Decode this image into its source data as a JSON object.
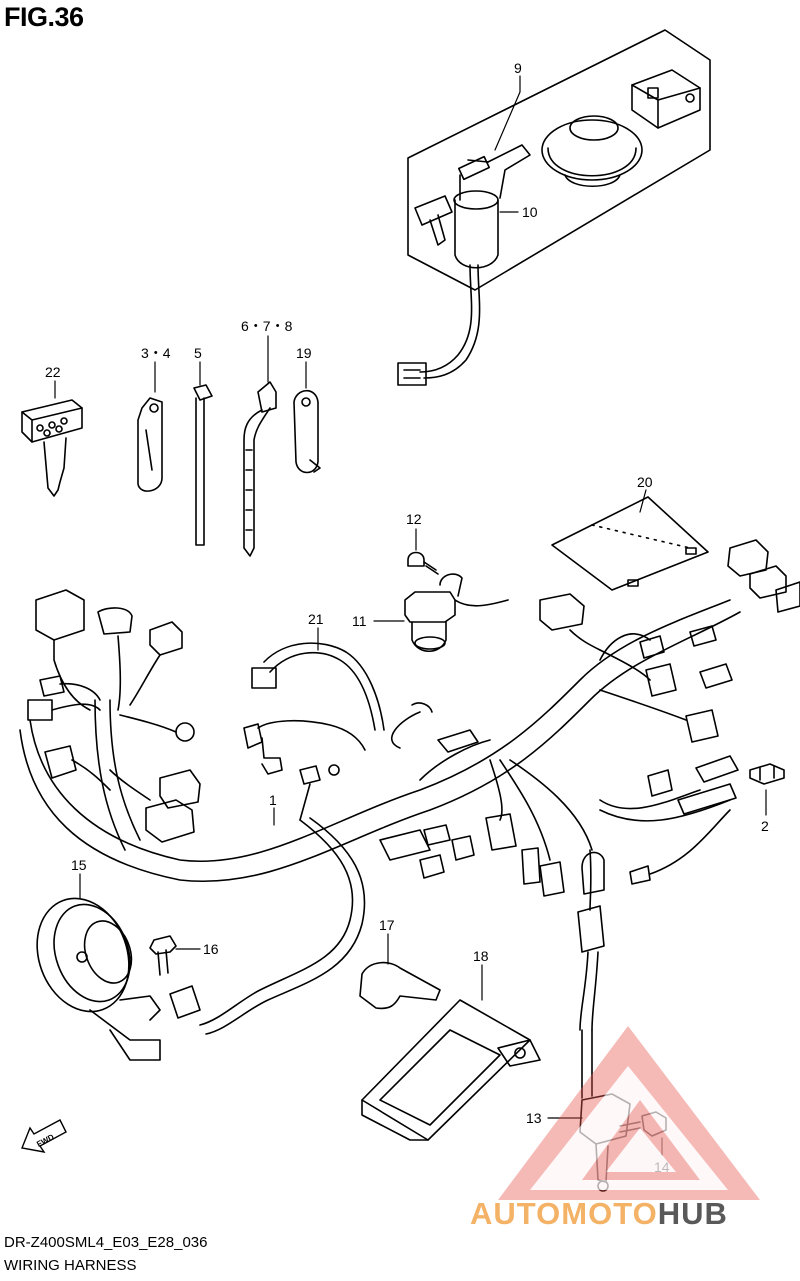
{
  "figure": {
    "title": "FIG.36",
    "model_code": "DR-Z400SML4_E03_E28_036",
    "caption": "WIRING HARNESS"
  },
  "callouts": [
    "9",
    "10",
    "22",
    "3・4",
    "5",
    "6・7・8",
    "19",
    "20",
    "12",
    "11",
    "21",
    "1",
    "2",
    "15",
    "16",
    "17",
    "18",
    "13",
    "14"
  ],
  "fwd_label": "FWD",
  "watermark": {
    "text_part1": "AUTOMOTO",
    "text_part2": "HUB",
    "color_part1": "#f4b266",
    "color_part2": "#595959",
    "triangle_color": "#e8554f"
  },
  "colors": {
    "line": "#000000",
    "background": "#ffffff"
  }
}
